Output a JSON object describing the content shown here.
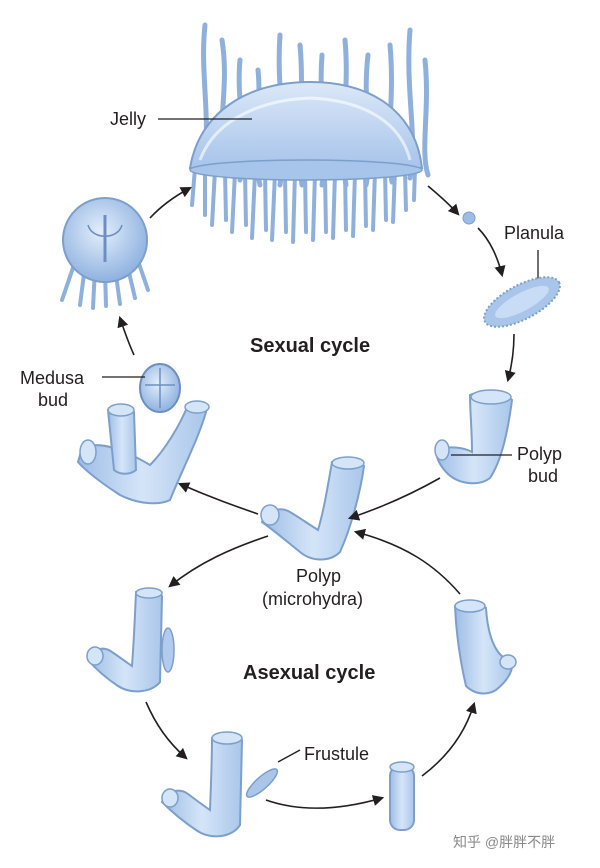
{
  "labels": {
    "jelly": "Jelly",
    "planula": "Planula",
    "sexual_cycle": "Sexual cycle",
    "medusa_line1": "Medusa",
    "medusa_line2": "bud",
    "polyp_bud_line1": "Polyp",
    "polyp_bud_line2": "bud",
    "polyp_line1": "Polyp",
    "polyp_line2": "(microhydra)",
    "asexual_cycle": "Asexual cycle",
    "frustule": "Frustule"
  },
  "watermark": "知乎 @胖胖不胖",
  "colors": {
    "organism_fill": "#b9d3f0",
    "organism_stroke": "#7c9fcc",
    "arrow": "#231f20"
  }
}
